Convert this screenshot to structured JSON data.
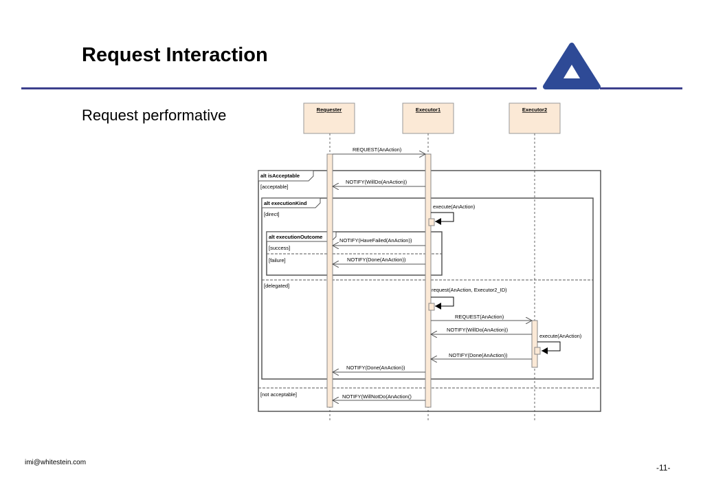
{
  "slide": {
    "title": "Request Interaction",
    "subtitle": "Request performative",
    "footer_email": "imi@whitestein.com",
    "page_number": "-11-"
  },
  "colors": {
    "rule": "#3b3f8c",
    "logo": "#2e4a96",
    "lifeline_box": "#fbe9d6"
  },
  "icons": {
    "logo": "whitestein-triangle-logo-icon"
  },
  "diagram": {
    "lifelines": [
      "Requester",
      "Executor1",
      "Executor2"
    ],
    "fragments": {
      "outer": {
        "label": "alt isAcceptable",
        "guards": [
          "[acceptable]",
          "[not acceptable]"
        ]
      },
      "kind": {
        "label": "alt executionKind",
        "guards": [
          "[direct]",
          "[delegated]"
        ]
      },
      "outcome": {
        "label": "alt executionOutcome",
        "guards": [
          "[success]",
          "[failure]"
        ]
      }
    },
    "messages": [
      "REQUEST(AnAction)",
      "NOTIFY(WillDo(AnAction))",
      "execute(AnAction)",
      "NOTIFY(HaveFailed(AnAction))",
      "NOTIFY(Done(AnAction))",
      "request(AnAction, Executor2_ID)",
      "REQUEST(AnAction)",
      "NOTIFY(WillDo(AnAction))",
      "execute(AnAction)",
      "NOTIFY(Done(AnAction))",
      "NOTIFY(Done(AnAction))",
      "NOTIFY(WillNotDo(AnAction()"
    ]
  }
}
